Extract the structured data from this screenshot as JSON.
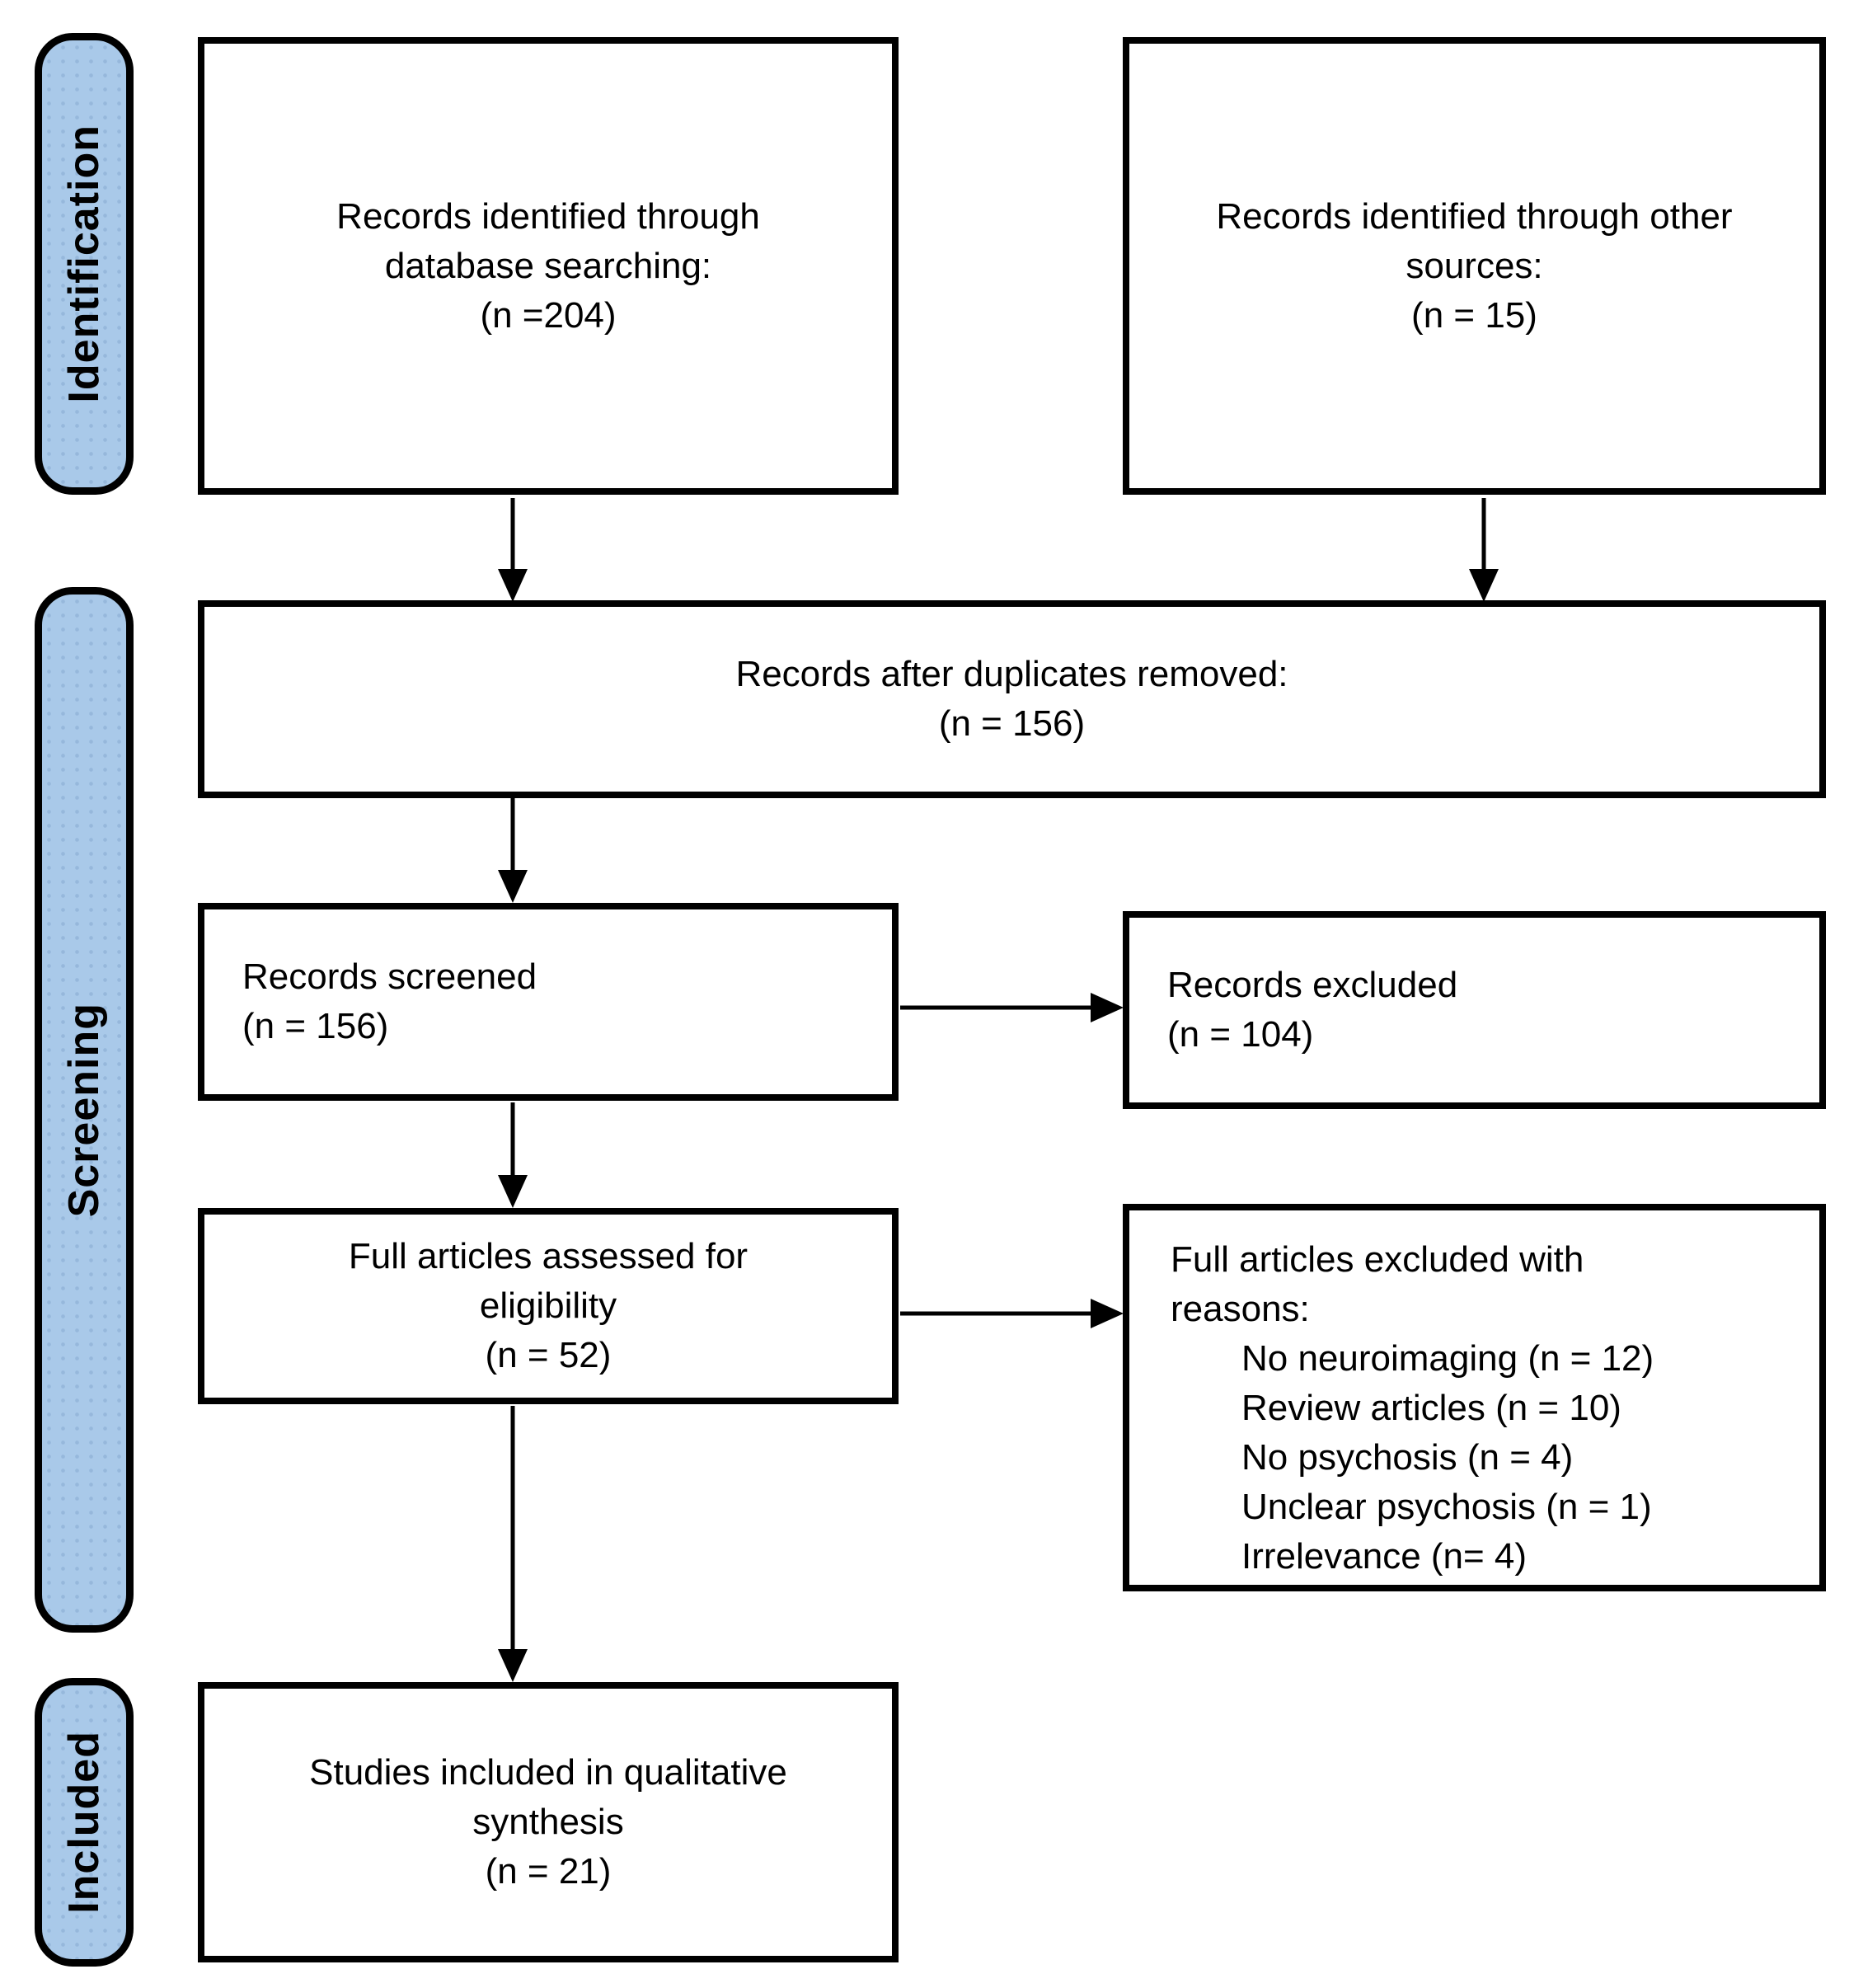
{
  "figure": {
    "type": "prisma-flow-diagram",
    "stage_labels": {
      "identification": "Identification",
      "screening": "Screening",
      "included": "Included"
    },
    "boxes": {
      "identified_database": "Records identified through\ndatabase searching:\n(n =204)",
      "identified_other": "Records identified through other\nsources:\n(n = 15)",
      "after_duplicates": "Records after duplicates removed:\n(n = 156)",
      "screened": "Records screened\n(n = 156)",
      "excluded": "Records excluded\n(n = 104)",
      "assessed": "Full articles assessed for\neligibility\n(n = 52)",
      "full_excluded_heading": "Full articles excluded with\nreasons:",
      "full_excluded_reasons": [
        "No neuroimaging (n = 12)",
        "Review articles (n = 10)",
        "No psychosis (n = 4)",
        "Unclear psychosis (n = 1)",
        "Irrelevance (n= 4)"
      ],
      "included_synthesis": "Studies included in qualitative\nsynthesis\n(n = 21)"
    },
    "colors": {
      "stage_fill": "#a9c9e9",
      "stage_border": "#000000",
      "box_fill": "#ffffff",
      "box_border": "#000000",
      "arrow": "#000000",
      "text": "#000000",
      "bg": "#ffffff"
    }
  }
}
